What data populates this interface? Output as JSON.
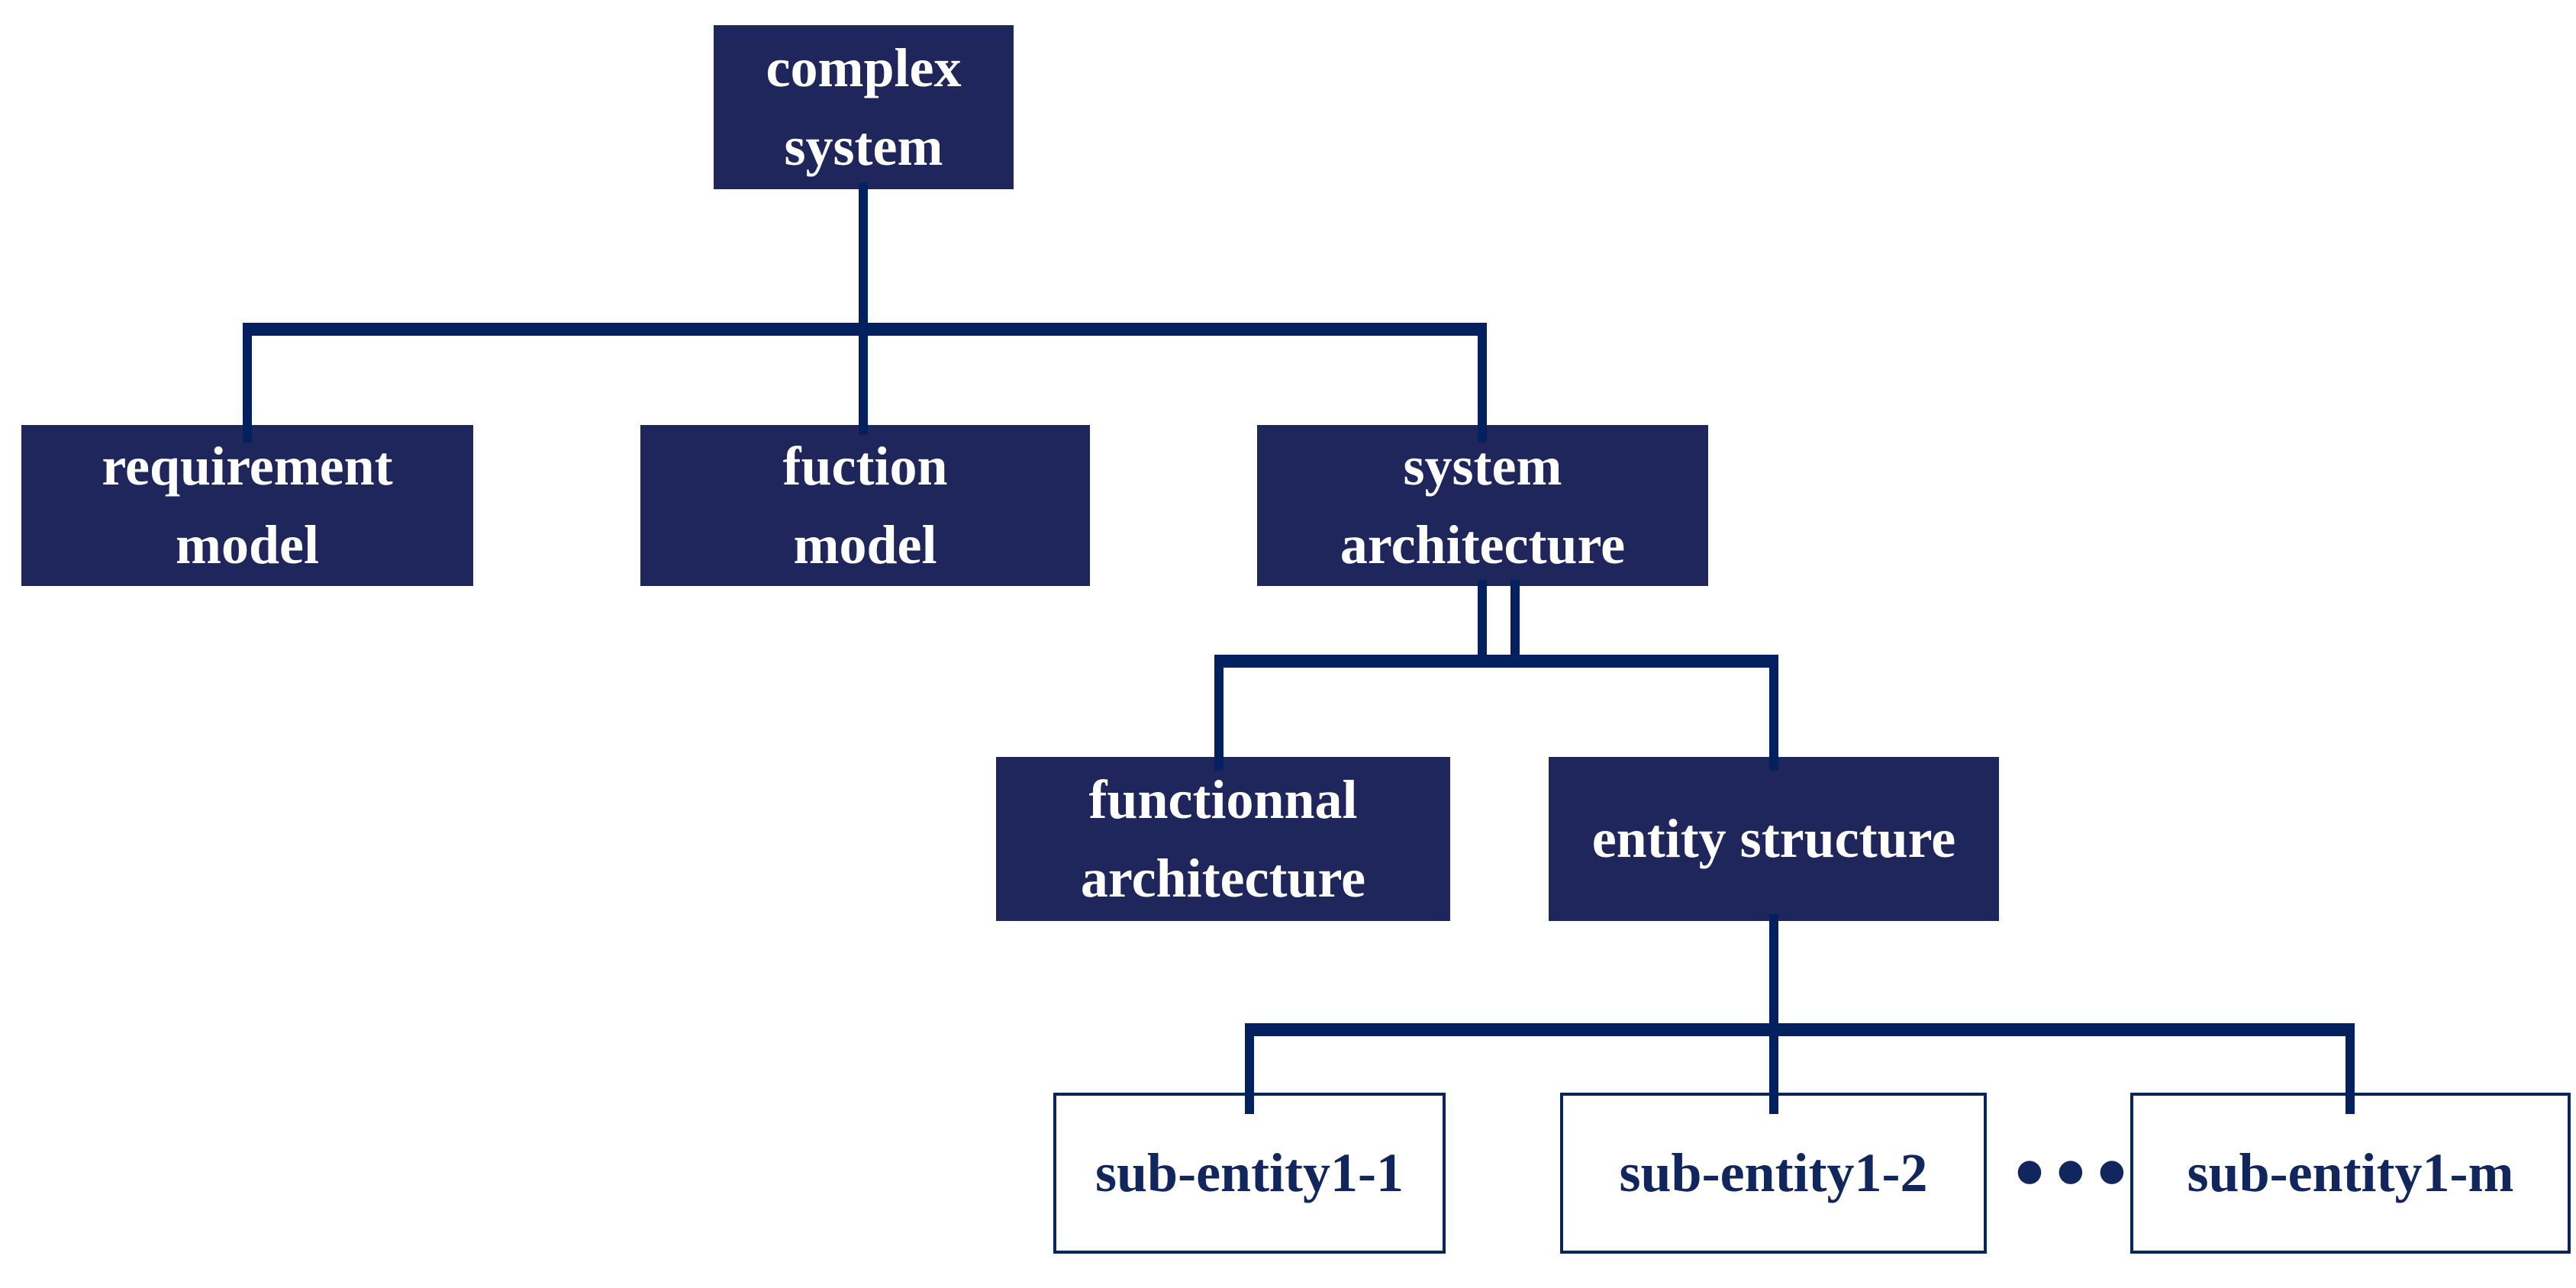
{
  "diagram": {
    "nodes": {
      "complex_system": {
        "line1": "complex",
        "line2": "system"
      },
      "requirement_model": {
        "line1": "requirement",
        "line2": "model"
      },
      "fuction_model": {
        "line1": "fuction",
        "line2": "model"
      },
      "system_architecture": {
        "line1": "system",
        "line2": "architecture"
      },
      "functionnal_architecture": {
        "line1": "functionnal",
        "line2": "architecture"
      },
      "entity_structure": {
        "label": "entity structure"
      },
      "sub_entity_1_1": {
        "label": "sub-entity1-1"
      },
      "sub_entity_1_2": {
        "label": "sub-entity1-2"
      },
      "sub_entity_1_m": {
        "label": "sub-entity1-m"
      }
    },
    "ellipsis": "●●●",
    "colors": {
      "background": "#FFFFFF",
      "box_fill": "#1E265C",
      "box_text": "#FFFFFF",
      "connector": "#02215E",
      "leaf_border": "#0A2460",
      "leaf_text": "#12265E"
    }
  }
}
